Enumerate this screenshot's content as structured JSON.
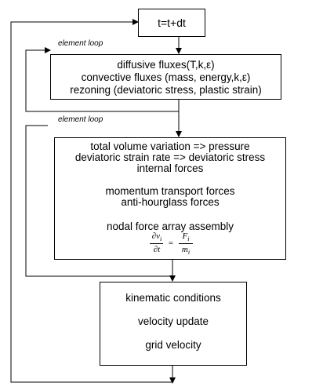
{
  "diagram": {
    "step_box": {
      "label": "t=t+dt"
    },
    "loop1": {
      "label": "element loop",
      "lines": [
        "diffusive fluxes(T,k,ε)",
        "convective fluxes (mass, energy,k,ε)",
        "rezoning (deviatoric stress, plastic strain)"
      ]
    },
    "loop2": {
      "label": "element loop",
      "lines": [
        "total volume variation => pressure",
        "deviatoric strain rate => deviatoric stress",
        "internal forces",
        "",
        "momentum transport forces",
        "anti-hourglass forces",
        "",
        "nodal force array assembly"
      ],
      "equation": {
        "lhs_num": "∂v",
        "lhs_num_sub": "i",
        "lhs_den": "∂t",
        "equals": "=",
        "rhs_num": "F",
        "rhs_num_sub": "i",
        "rhs_den": "m",
        "rhs_den_sub": "i"
      }
    },
    "final_box": {
      "lines": [
        "kinematic conditions",
        "velocity update",
        "grid velocity"
      ]
    }
  }
}
